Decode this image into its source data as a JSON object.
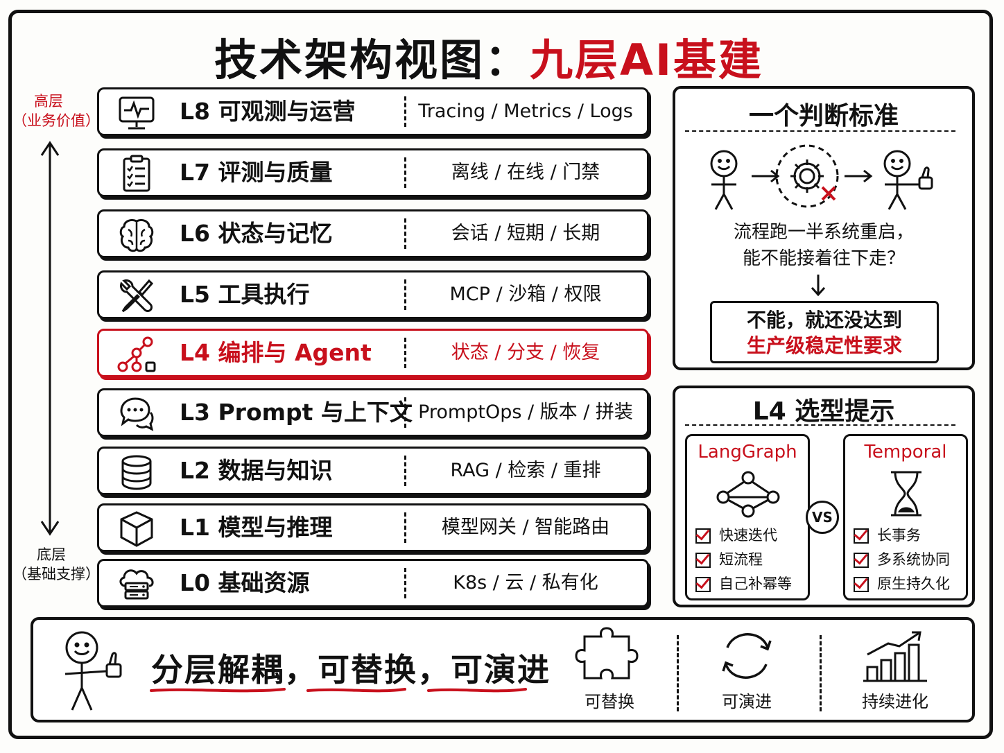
{
  "title": {
    "main": "技术架构视图：",
    "highlight": "九层AI基建"
  },
  "axis": {
    "top_label": "高层",
    "top_sub": "（业务价值）",
    "bottom_label": "底层",
    "bottom_sub": "（基础支撑）"
  },
  "layers": [
    {
      "name": "L8  可观测与运营",
      "tags": "Tracing / Metrics / Logs",
      "icon": "monitor-icon"
    },
    {
      "name": "L7  评测与质量",
      "tags": "离线 / 在线 / 门禁",
      "icon": "clipboard-checklist-icon"
    },
    {
      "name": "L6  状态与记忆",
      "tags": "会话 / 短期 / 长期",
      "icon": "brain-icon"
    },
    {
      "name": "L5  工具执行",
      "tags": "MCP / 沙箱 / 权限",
      "icon": "tools-icon"
    },
    {
      "name": "L4  编排与 Agent",
      "tags": "状态 / 分支 / 恢复",
      "icon": "workflow-icon",
      "highlight": true
    },
    {
      "name": "L3  Prompt 与上下文",
      "tags": "PromptOps / 版本 / 拼装",
      "icon": "chat-bubbles-icon"
    },
    {
      "name": "L2  数据与知识",
      "tags": "RAG / 检索 / 重排",
      "icon": "database-icon"
    },
    {
      "name": "L1  模型与推理",
      "tags": "模型网关 / 智能路由",
      "icon": "cube-icon"
    },
    {
      "name": "L0  基础资源",
      "tags": "K8s / 云 / 私有化",
      "icon": "cloud-server-icon"
    }
  ],
  "criterion": {
    "title": "一个判断标准",
    "question_line1": "流程跑一半系统重启，",
    "question_line2": "能不能接着往下走？",
    "answer_line1": "不能，就还没达到",
    "answer_line2": "生产级稳定性要求"
  },
  "selection": {
    "title": "L4 选型提示",
    "vs": "VS",
    "options": [
      {
        "name": "LangGraph",
        "icon": "graph-nodes-icon",
        "points": [
          "快速迭代",
          "短流程",
          "自己补幂等"
        ]
      },
      {
        "name": "Temporal",
        "icon": "hourglass-icon",
        "points": [
          "长事务",
          "多系统协同",
          "原生持久化"
        ]
      }
    ]
  },
  "bottom": {
    "slogan": [
      {
        "text": "分层解耦"
      },
      {
        "text": "，"
      },
      {
        "text": "可替换"
      },
      {
        "text": "，"
      },
      {
        "text": "可演进"
      }
    ],
    "benefits": [
      {
        "label": "可替换",
        "icon": "puzzle-icon"
      },
      {
        "label": "可演进",
        "icon": "refresh-cycle-icon"
      },
      {
        "label": "持续进化",
        "icon": "growth-chart-icon"
      }
    ]
  },
  "colors": {
    "accent": "#c8101c",
    "ink": "#111111",
    "background": "#fdfdfb"
  }
}
